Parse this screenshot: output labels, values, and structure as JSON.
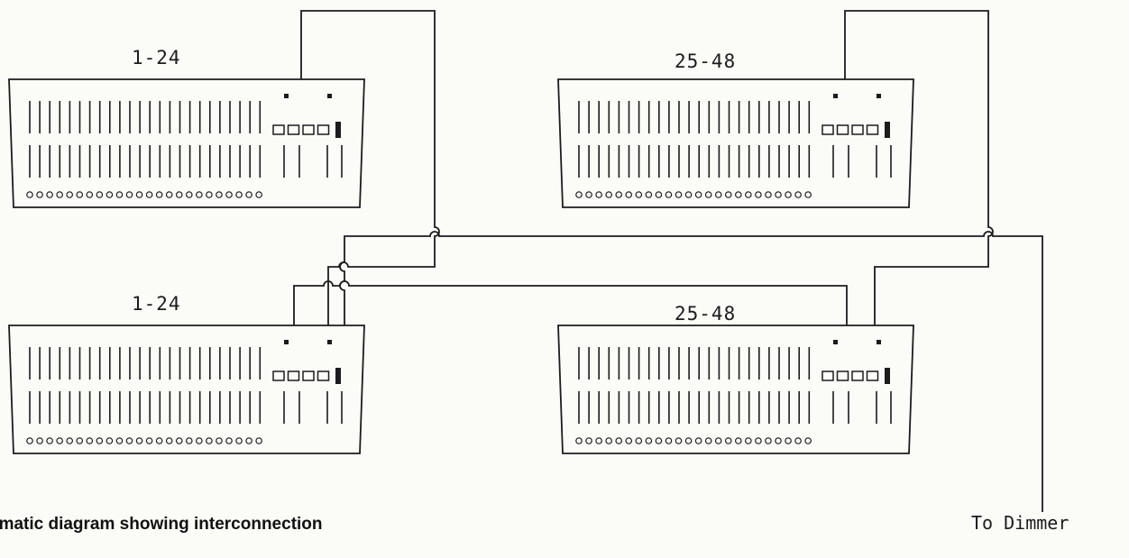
{
  "consoles": [
    {
      "id": "top-left",
      "label": "1-24"
    },
    {
      "id": "top-right",
      "label": "25-48"
    },
    {
      "id": "bottom-left",
      "label": "1-24"
    },
    {
      "id": "bottom-right",
      "label": "25-48"
    }
  ],
  "caption": "ematic diagram showing interconnection",
  "output_label": "To Dimmer",
  "colors": {
    "ink": "#1c1c1c",
    "paper": "#fbfbf8"
  }
}
